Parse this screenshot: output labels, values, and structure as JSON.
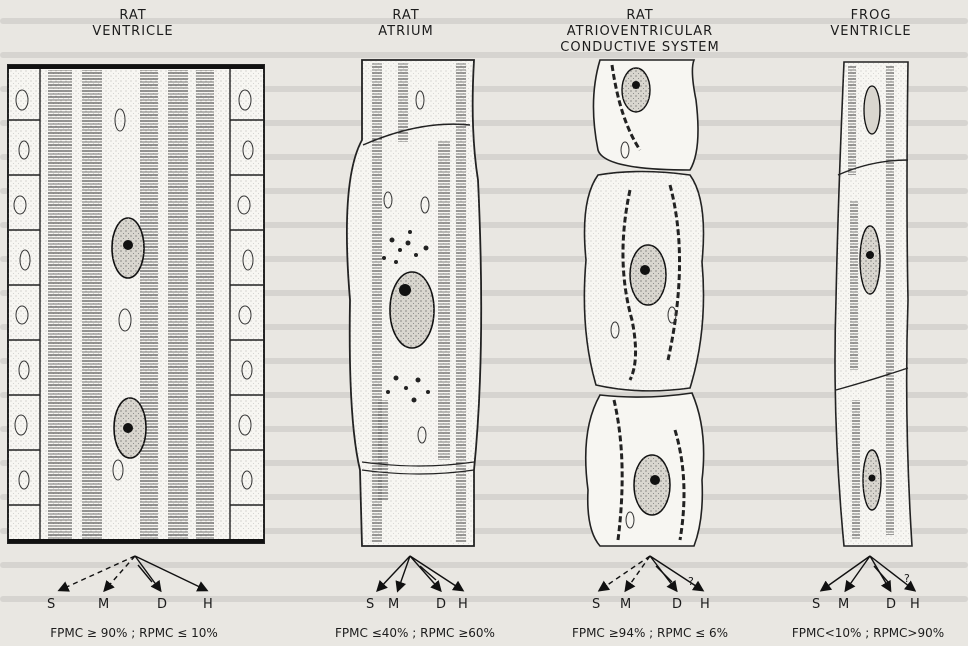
{
  "panels": [
    {
      "title_lines": [
        "RAT",
        "VENTRICLE"
      ],
      "branches": [
        "S",
        "M",
        "D",
        "H"
      ],
      "caption": "FPMC ≥ 90% ;  RPMC ≤ 10%"
    },
    {
      "title_lines": [
        "RAT",
        "ATRIUM"
      ],
      "branches": [
        "S",
        "M",
        "D",
        "H"
      ],
      "caption": "FPMC ≤40% ; RPMC ≥60%"
    },
    {
      "title_lines": [
        "RAT",
        "ATRIOVENTRICULAR",
        "CONDUCTIVE SYSTEM"
      ],
      "branches": [
        "S",
        "M",
        "D",
        "H"
      ],
      "unknown_marker": "?",
      "caption": "FPMC ≥94% ; RPMC ≤ 6%"
    },
    {
      "title_lines": [
        "FROG",
        "VENTRICLE"
      ],
      "branches": [
        "S",
        "M",
        "D",
        "H"
      ],
      "unknown_marker": "?",
      "caption": "FPMC<10% ; RPMC>90%"
    }
  ]
}
